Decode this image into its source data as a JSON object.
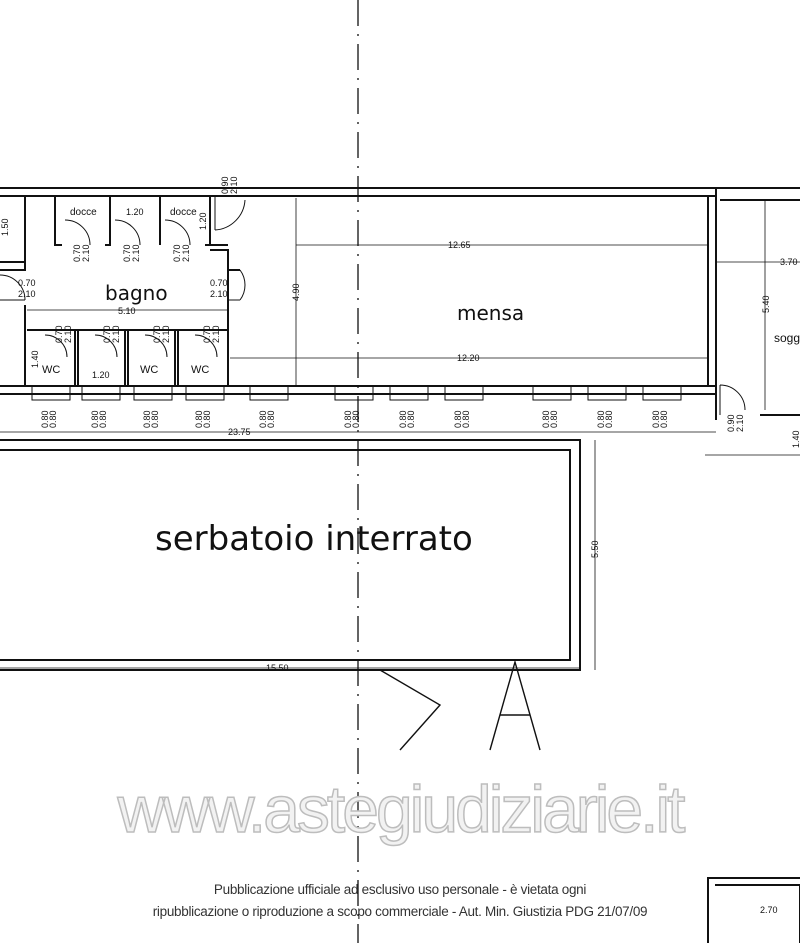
{
  "rooms": {
    "docce_1": "docce",
    "docce_2": "docce",
    "bagno": "bagno",
    "wc_1": "WC",
    "wc_2": "WC",
    "wc_3": "WC",
    "mensa": "mensa",
    "sogg": "sogg",
    "tank": "serbatoio interrato"
  },
  "dimensions": {
    "d_1_50": "1.50",
    "d_1_20_top": "1.20",
    "d_1_20_side": "1.20",
    "d_5_10": "5.10",
    "d_1_40": "1.40",
    "d_1_20_wc": "1.20",
    "d_4_90": "4.90",
    "d_12_65": "12.65",
    "d_12_20": "12.20",
    "d_3_70": "3.70",
    "d_5_40": "5.40",
    "d_23_75": "23.75",
    "d_5_50": "5.50",
    "d_15_50": "15.50",
    "d_2_70": "2.70",
    "d_1_40_right": "1.40"
  },
  "doors": {
    "w": "0.70",
    "h": "2.10",
    "main_w": "0.90",
    "main_h": "2.10"
  },
  "windows": {
    "w": "0.80",
    "h": "0.80"
  },
  "section_mark": "A",
  "watermark": "www.astegiudiziarie.it",
  "footer": {
    "line1": "Pubblicazione ufficiale ad esclusivo uso personale - è vietata ogni",
    "line2": "ripubblicazione o riproduzione a scopo commerciale - Aut. Min. Giustizia PDG 21/07/09"
  }
}
